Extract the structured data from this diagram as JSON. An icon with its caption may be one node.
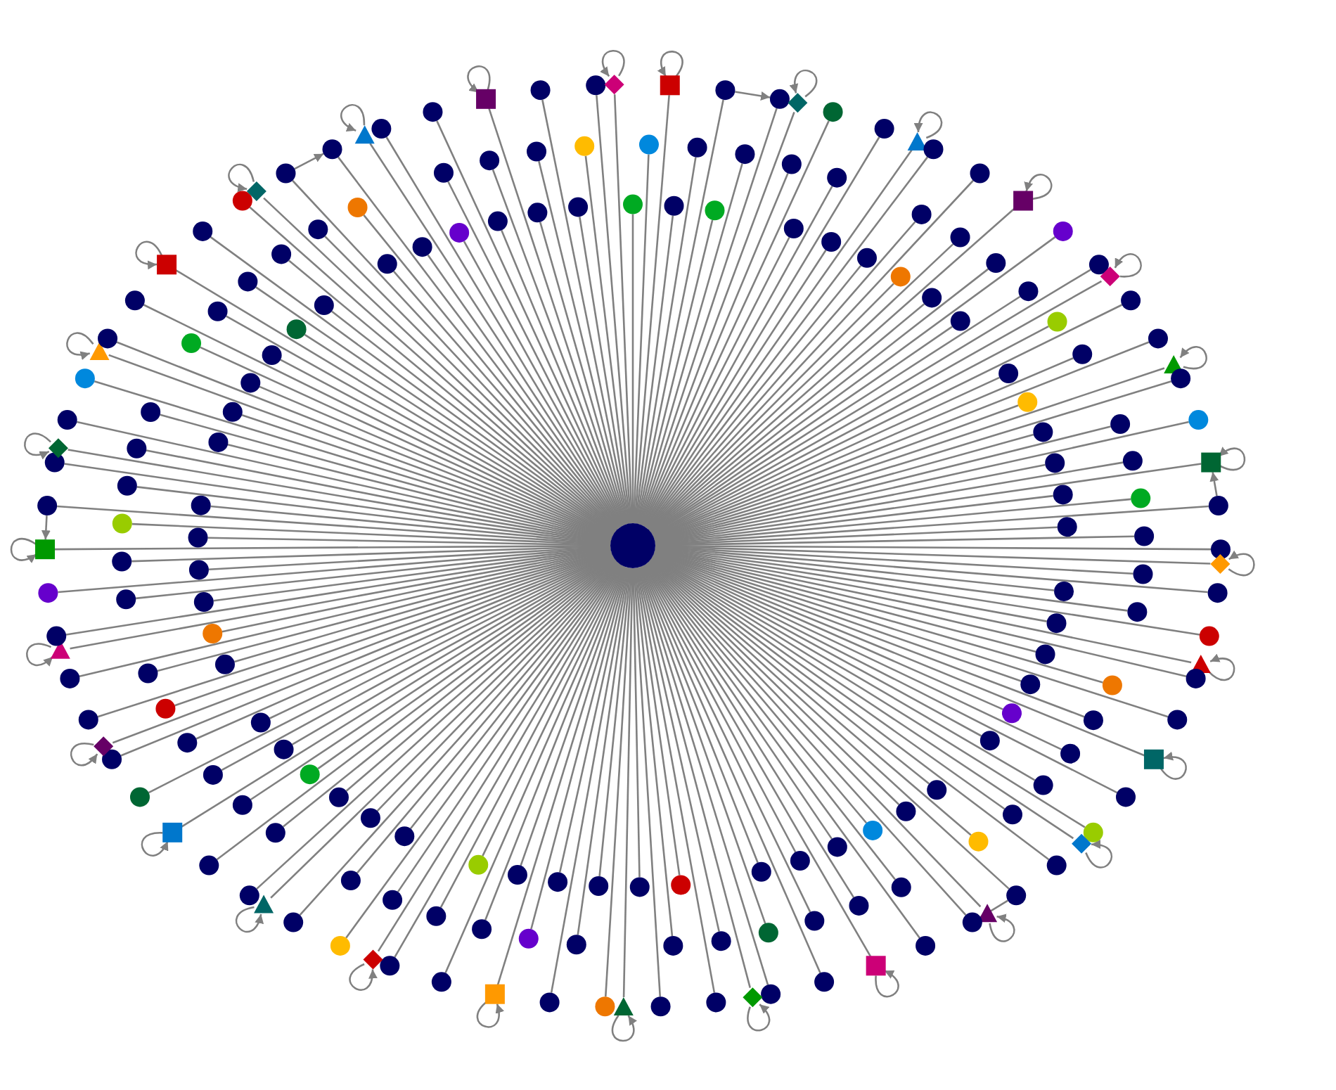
{
  "diagram": {
    "nodes": [
      {
        "text": [],
        "shape": "circle"
      },
      {
        "text": [],
        "shape": "circle"
      },
      {
        "text": [],
        "shape": "circle"
      },
      {
        "text": [],
        "shape": "box"
      },
      {
        "text": [],
        "shape": "circle"
      },
      {
        "text": [],
        "shape": "circle"
      },
      {
        "text": [],
        "shape": "circle"
      },
      {
        "text": [],
        "shape": "circle"
      },
      {
        "text": [],
        "shape": "circle"
      },
      {
        "text": [],
        "shape": "circle"
      },
      {
        "text": [],
        "shape": "diamond"
      },
      {
        "text": [],
        "shape": "circle"
      },
      {
        "text": [],
        "shape": "circle"
      },
      {
        "text": [],
        "shape": "circle"
      },
      {
        "text": [],
        "shape": "circle"
      },
      {
        "text": [],
        "shape": "circle"
      },
      {
        "text": [],
        "shape": "circle"
      },
      {
        "text": [],
        "shape": "triangle"
      },
      {
        "text": [],
        "shape": "circle"
      },
      {
        "text": [],
        "shape": "circle"
      },
      {
        "text": [],
        "shape": "circle"
      },
      {
        "text": [],
        "shape": "circle"
      },
      {
        "text": [],
        "shape": "circle"
      },
      {
        "text": [],
        "shape": "circle"
      },
      {
        "text": [],
        "shape": "box"
      },
      {
        "text": [],
        "shape": "circle"
      },
      {
        "text": [],
        "shape": "circle"
      },
      {
        "text": [],
        "shape": "circle"
      },
      {
        "text": [],
        "shape": "circle"
      },
      {
        "text": [],
        "shape": "circle"
      },
      {
        "text": [],
        "shape": "circle"
      },
      {
        "text": [],
        "shape": "diamond"
      },
      {
        "text": [],
        "shape": "circle"
      },
      {
        "text": [],
        "shape": "circle"
      },
      {
        "text": [],
        "shape": "circle"
      },
      {
        "text": [],
        "shape": "circle"
      },
      {
        "text": [],
        "shape": "circle"
      },
      {
        "text": [],
        "shape": "circle"
      },
      {
        "text": [],
        "shape": "triangle"
      },
      {
        "text": [],
        "shape": "circle"
      },
      {
        "text": [],
        "shape": "circle"
      },
      {
        "text": [],
        "shape": "circle"
      },
      {
        "text": [],
        "shape": "circle"
      },
      {
        "text": [],
        "shape": "circle"
      },
      {
        "text": [],
        "shape": "circle"
      },
      {
        "text": [],
        "shape": "box"
      },
      {
        "text": [],
        "shape": "circle"
      },
      {
        "text": [],
        "shape": "circle"
      },
      {
        "text": [],
        "shape": "circle"
      },
      {
        "text": [],
        "shape": "circle"
      },
      {
        "text": [],
        "shape": "circle"
      },
      {
        "text": [],
        "shape": "circle"
      },
      {
        "text": [],
        "shape": "diamond"
      },
      {
        "text": [],
        "shape": "circle"
      },
      {
        "text": [],
        "shape": "circle"
      },
      {
        "text": [],
        "shape": "circle"
      },
      {
        "text": [],
        "shape": "circle"
      },
      {
        "text": [],
        "shape": "circle"
      },
      {
        "text": [],
        "shape": "circle"
      },
      {
        "text": [],
        "shape": "triangle"
      },
      {
        "text": [],
        "shape": "circle"
      },
      {
        "text": [],
        "shape": "circle"
      },
      {
        "text": [],
        "shape": "circle"
      },
      {
        "text": [],
        "shape": "circle"
      },
      {
        "text": [],
        "shape": "circle"
      },
      {
        "text": [],
        "shape": "circle"
      },
      {
        "text": [],
        "shape": "box"
      },
      {
        "text": [],
        "shape": "circle"
      },
      {
        "text": [],
        "shape": "circle"
      },
      {
        "text": [],
        "shape": "circle"
      },
      {
        "text": [],
        "shape": "circle"
      },
      {
        "text": [],
        "shape": "circle"
      },
      {
        "text": [],
        "shape": "circle"
      },
      {
        "text": [],
        "shape": "diamond"
      },
      {
        "text": [],
        "shape": "circle"
      },
      {
        "text": [],
        "shape": "circle"
      },
      {
        "text": [],
        "shape": "circle"
      },
      {
        "text": [],
        "shape": "circle"
      },
      {
        "text": [],
        "shape": "circle"
      },
      {
        "text": [],
        "shape": "circle"
      },
      {
        "text": [],
        "shape": "triangle"
      },
      {
        "text": [],
        "shape": "circle"
      },
      {
        "text": [],
        "shape": "circle"
      },
      {
        "text": [],
        "shape": "circle"
      },
      {
        "text": [],
        "shape": "circle"
      },
      {
        "text": [],
        "shape": "circle"
      },
      {
        "text": [],
        "shape": "circle"
      },
      {
        "text": [],
        "shape": "box"
      },
      {
        "text": [],
        "shape": "circle"
      },
      {
        "text": [],
        "shape": "circle"
      },
      {
        "text": [],
        "shape": "circle"
      },
      {
        "text": [],
        "shape": "circle"
      },
      {
        "text": [],
        "shape": "circle"
      },
      {
        "text": [],
        "shape": "circle"
      },
      {
        "text": [],
        "shape": "diamond"
      },
      {
        "text": [],
        "shape": "circle"
      },
      {
        "text": [],
        "shape": "circle"
      },
      {
        "text": [],
        "shape": "circle"
      },
      {
        "text": [],
        "shape": "circle"
      },
      {
        "text": [],
        "shape": "circle"
      },
      {
        "text": [],
        "shape": "circle"
      },
      {
        "text": [],
        "shape": "triangle"
      },
      {
        "text": [],
        "shape": "circle"
      },
      {
        "text": [],
        "shape": "circle"
      },
      {
        "text": [],
        "shape": "circle"
      },
      {
        "text": [],
        "shape": "circle"
      },
      {
        "text": [],
        "shape": "circle"
      },
      {
        "text": [],
        "shape": "circle"
      },
      {
        "text": [],
        "shape": "box"
      },
      {
        "text": [],
        "shape": "circle"
      },
      {
        "text": [],
        "shape": "circle"
      },
      {
        "text": [],
        "shape": "circle"
      },
      {
        "text": [],
        "shape": "circle"
      },
      {
        "text": [],
        "shape": "circle"
      },
      {
        "text": [],
        "shape": "circle"
      },
      {
        "text": [],
        "shape": "diamond"
      },
      {
        "text": [],
        "shape": "circle"
      },
      {
        "text": [],
        "shape": "circle"
      },
      {
        "text": [],
        "shape": "circle"
      },
      {
        "text": [],
        "shape": "circle"
      },
      {
        "text": [],
        "shape": "circle"
      },
      {
        "text": [],
        "shape": "circle"
      },
      {
        "text": [],
        "shape": "triangle"
      },
      {
        "text": [],
        "shape": "circle"
      },
      {
        "text": [],
        "shape": "circle"
      },
      {
        "text": [],
        "shape": "circle"
      },
      {
        "text": [],
        "shape": "circle"
      },
      {
        "text": [],
        "shape": "circle"
      },
      {
        "text": [],
        "shape": "circle"
      },
      {
        "text": [],
        "shape": "box"
      },
      {
        "text": [],
        "shape": "circle"
      },
      {
        "text": [],
        "shape": "circle"
      },
      {
        "text": [],
        "shape": "circle"
      },
      {
        "text": [],
        "shape": "circle"
      },
      {
        "text": [],
        "shape": "circle"
      },
      {
        "text": [],
        "shape": "circle"
      },
      {
        "text": [],
        "shape": "diamond"
      },
      {
        "text": [],
        "shape": "circle"
      },
      {
        "text": [],
        "shape": "circle"
      },
      {
        "text": [],
        "shape": "circle"
      },
      {
        "text": [],
        "shape": "circle"
      },
      {
        "text": [],
        "shape": "circle"
      },
      {
        "text": [],
        "shape": "circle"
      },
      {
        "text": [],
        "shape": "triangle"
      },
      {
        "text": [],
        "shape": "circle"
      },
      {
        "text": [],
        "shape": "circle"
      },
      {
        "text": [],
        "shape": "circle"
      },
      {
        "text": [],
        "shape": "circle"
      },
      {
        "text": [],
        "shape": "circle"
      },
      {
        "text": [],
        "shape": "circle"
      },
      {
        "text": [],
        "shape": "box"
      },
      {
        "text": [],
        "shape": "circle"
      },
      {
        "text": [],
        "shape": "circle"
      },
      {
        "text": [],
        "shape": "circle"
      },
      {
        "text": [],
        "shape": "circle"
      },
      {
        "text": [],
        "shape": "circle"
      },
      {
        "text": [],
        "shape": "circle"
      },
      {
        "text": [],
        "shape": "diamond"
      },
      {
        "text": [],
        "shape": "circle"
      },
      {
        "text": [],
        "shape": "circle"
      },
      {
        "text": [],
        "shape": "circle"
      },
      {
        "text": [],
        "shape": "circle"
      },
      {
        "text": [],
        "shape": "circle"
      },
      {
        "text": [],
        "shape": "circle"
      },
      {
        "text": [],
        "shape": "triangle"
      },
      {
        "text": [],
        "shape": "circle"
      },
      {
        "text": [],
        "shape": "circle"
      },
      {
        "text": [],
        "shape": "circle"
      },
      {
        "text": [],
        "shape": "circle"
      },
      {
        "text": [],
        "shape": "circle"
      },
      {
        "text": [],
        "shape": "circle"
      },
      {
        "text": [],
        "shape": "box"
      },
      {
        "text": [],
        "shape": "circle"
      },
      {
        "text": [],
        "shape": "circle"
      },
      {
        "text": [],
        "shape": "circle"
      },
      {
        "text": [],
        "shape": "circle"
      },
      {
        "text": [],
        "shape": "circle"
      },
      {
        "text": [],
        "shape": "circle"
      },
      {
        "text": [],
        "shape": "diamond"
      },
      {
        "text": [],
        "shape": "circle"
      },
      {
        "text": [],
        "shape": "circle"
      },
      {
        "text": [],
        "shape": "circle"
      },
      {
        "text": [],
        "shape": "circle"
      },
      {
        "text": [],
        "shape": "circle"
      },
      {
        "text": [],
        "shape": "circle"
      },
      {
        "text": [],
        "shape": "triangle"
      },
      {
        "text": [],
        "shape": "circle"
      },
      {
        "text": [],
        "shape": "circle"
      },
      {
        "text": [],
        "shape": "circle"
      },
      {
        "text": [],
        "shape": "circle"
      },
      {
        "text": [],
        "shape": "circle"
      },
      {
        "text": [],
        "shape": "circle"
      },
      {
        "text": [],
        "shape": "box"
      },
      {
        "text": [],
        "shape": "circle"
      },
      {
        "text": [],
        "shape": "circle"
      },
      {
        "text": [],
        "shape": "circle"
      },
      {
        "text": [],
        "shape": "circle"
      },
      {
        "text": [],
        "shape": "circle"
      },
      {
        "text": [],
        "shape": "circle"
      },
      {
        "text": [],
        "shape": "diamond"
      }
    ],
    "edges": [
      {
        "from": 0,
        "to": 1,
        "arrow": "none"
      },
      {
        "from": 0,
        "to": 2,
        "arrow": "none"
      },
      {
        "from": 0,
        "to": 3,
        "arrow": "none"
      },
      {
        "from": 0,
        "to": 4,
        "arrow": "none"
      },
      {
        "from": 0,
        "to": 5,
        "arrow": "none"
      },
      {
        "from": 0,
        "to": 6,
        "arrow": "none"
      },
      {
        "from": 0,
        "to": 7,
        "arrow": "none"
      },
      {
        "from": 0,
        "to": 8,
        "arrow": "none"
      },
      {
        "from": 0,
        "to": 9,
        "arrow": "none"
      },
      {
        "from": 0,
        "to": 10,
        "arrow": "none"
      },
      {
        "from": 0,
        "to": 11,
        "arrow": "none"
      },
      {
        "from": 0,
        "to": 12,
        "arrow": "none"
      },
      {
        "from": 0,
        "to": 13,
        "arrow": "none"
      },
      {
        "from": 0,
        "to": 14,
        "arrow": "none"
      },
      {
        "from": 0,
        "to": 15,
        "arrow": "none"
      },
      {
        "from": 0,
        "to": 16,
        "arrow": "none"
      },
      {
        "from": 0,
        "to": 17,
        "arrow": "none"
      },
      {
        "from": 0,
        "to": 18,
        "arrow": "none"
      },
      {
        "from": 0,
        "to": 19,
        "arrow": "none"
      },
      {
        "from": 0,
        "to": 20,
        "arrow": "none"
      },
      {
        "from": 0,
        "to": 21,
        "arrow": "none"
      },
      {
        "from": 0,
        "to": 22,
        "arrow": "none"
      },
      {
        "from": 0,
        "to": 23,
        "arrow": "none"
      },
      {
        "from": 0,
        "to": 24,
        "arrow": "none"
      },
      {
        "from": 0,
        "to": 25,
        "arrow": "none"
      },
      {
        "from": 0,
        "to": 26,
        "arrow": "none"
      },
      {
        "from": 0,
        "to": 27,
        "arrow": "none"
      },
      {
        "from": 0,
        "to": 28,
        "arrow": "none"
      },
      {
        "from": 0,
        "to": 29,
        "arrow": "none"
      },
      {
        "from": 0,
        "to": 30,
        "arrow": "none"
      },
      {
        "from": 0,
        "to": 31,
        "arrow": "none"
      },
      {
        "from": 0,
        "to": 32,
        "arrow": "none"
      },
      {
        "from": 0,
        "to": 33,
        "arrow": "none"
      },
      {
        "from": 0,
        "to": 34,
        "arrow": "none"
      },
      {
        "from": 0,
        "to": 35,
        "arrow": "none"
      },
      {
        "from": 0,
        "to": 36,
        "arrow": "none"
      },
      {
        "from": 0,
        "to": 37,
        "arrow": "none"
      },
      {
        "from": 0,
        "to": 38,
        "arrow": "none"
      },
      {
        "from": 0,
        "to": 39,
        "arrow": "none"
      },
      {
        "from": 0,
        "to": 40,
        "arrow": "none"
      },
      {
        "from": 0,
        "to": 41,
        "arrow": "none"
      },
      {
        "from": 0,
        "to": 42,
        "arrow": "none"
      },
      {
        "from": 0,
        "to": 43,
        "arrow": "none"
      },
      {
        "from": 0,
        "to": 44,
        "arrow": "none"
      },
      {
        "from": 0,
        "to": 45,
        "arrow": "none"
      },
      {
        "from": 0,
        "to": 46,
        "arrow": "none"
      },
      {
        "from": 0,
        "to": 47,
        "arrow": "none"
      },
      {
        "from": 0,
        "to": 48,
        "arrow": "none"
      },
      {
        "from": 0,
        "to": 49,
        "arrow": "none"
      },
      {
        "from": 0,
        "to": 50,
        "arrow": "none"
      },
      {
        "from": 0,
        "to": 51,
        "arrow": "none"
      },
      {
        "from": 0,
        "to": 52,
        "arrow": "none"
      },
      {
        "from": 0,
        "to": 53,
        "arrow": "none"
      },
      {
        "from": 0,
        "to": 54,
        "arrow": "none"
      },
      {
        "from": 0,
        "to": 55,
        "arrow": "none"
      },
      {
        "from": 0,
        "to": 56,
        "arrow": "none"
      },
      {
        "from": 0,
        "to": 57,
        "arrow": "none"
      },
      {
        "from": 0,
        "to": 58,
        "arrow": "none"
      },
      {
        "from": 0,
        "to": 59,
        "arrow": "none"
      },
      {
        "from": 0,
        "to": 60,
        "arrow": "none"
      },
      {
        "from": 0,
        "to": 61,
        "arrow": "none"
      },
      {
        "from": 0,
        "to": 62,
        "arrow": "none"
      },
      {
        "from": 0,
        "to": 63,
        "arrow": "none"
      },
      {
        "from": 0,
        "to": 64,
        "arrow": "none"
      },
      {
        "from": 0,
        "to": 65,
        "arrow": "none"
      },
      {
        "from": 0,
        "to": 66,
        "arrow": "none"
      },
      {
        "from": 0,
        "to": 67,
        "arrow": "none"
      },
      {
        "from": 0,
        "to": 68,
        "arrow": "none"
      },
      {
        "from": 0,
        "to": 69,
        "arrow": "none"
      },
      {
        "from": 0,
        "to": 70,
        "arrow": "none"
      },
      {
        "from": 0,
        "to": 71,
        "arrow": "none"
      },
      {
        "from": 0,
        "to": 72,
        "arrow": "none"
      },
      {
        "from": 0,
        "to": 73,
        "arrow": "none"
      },
      {
        "from": 0,
        "to": 74,
        "arrow": "none"
      },
      {
        "from": 0,
        "to": 75,
        "arrow": "none"
      },
      {
        "from": 0,
        "to": 76,
        "arrow": "none"
      },
      {
        "from": 0,
        "to": 77,
        "arrow": "none"
      },
      {
        "from": 0,
        "to": 78,
        "arrow": "none"
      },
      {
        "from": 0,
        "to": 79,
        "arrow": "none"
      },
      {
        "from": 0,
        "to": 80,
        "arrow": "none"
      },
      {
        "from": 0,
        "to": 81,
        "arrow": "none"
      },
      {
        "from": 0,
        "to": 82,
        "arrow": "none"
      },
      {
        "from": 0,
        "to": 83,
        "arrow": "none"
      },
      {
        "from": 0,
        "to": 84,
        "arrow": "none"
      },
      {
        "from": 0,
        "to": 85,
        "arrow": "none"
      },
      {
        "from": 0,
        "to": 86,
        "arrow": "none"
      },
      {
        "from": 0,
        "to": 87,
        "arrow": "none"
      },
      {
        "from": 0,
        "to": 88,
        "arrow": "none"
      },
      {
        "from": 0,
        "to": 89,
        "arrow": "none"
      },
      {
        "from": 0,
        "to": 90,
        "arrow": "none"
      },
      {
        "from": 0,
        "to": 91,
        "arrow": "none"
      },
      {
        "from": 0,
        "to": 92,
        "arrow": "none"
      },
      {
        "from": 0,
        "to": 93,
        "arrow": "none"
      },
      {
        "from": 0,
        "to": 94,
        "arrow": "none"
      },
      {
        "from": 0,
        "to": 95,
        "arrow": "none"
      },
      {
        "from": 0,
        "to": 96,
        "arrow": "none"
      },
      {
        "from": 0,
        "to": 97,
        "arrow": "none"
      },
      {
        "from": 0,
        "to": 98,
        "arrow": "none"
      },
      {
        "from": 0,
        "to": 99,
        "arrow": "none"
      },
      {
        "from": 0,
        "to": 100,
        "arrow": "none"
      },
      {
        "from": 0,
        "to": 101,
        "arrow": "none"
      },
      {
        "from": 0,
        "to": 102,
        "arrow": "none"
      },
      {
        "from": 0,
        "to": 103,
        "arrow": "none"
      },
      {
        "from": 0,
        "to": 104,
        "arrow": "none"
      },
      {
        "from": 0,
        "to": 105,
        "arrow": "none"
      },
      {
        "from": 0,
        "to": 106,
        "arrow": "none"
      },
      {
        "from": 0,
        "to": 107,
        "arrow": "none"
      },
      {
        "from": 0,
        "to": 108,
        "arrow": "none"
      },
      {
        "from": 0,
        "to": 109,
        "arrow": "none"
      },
      {
        "from": 0,
        "to": 110,
        "arrow": "none"
      },
      {
        "from": 0,
        "to": 111,
        "arrow": "none"
      },
      {
        "from": 0,
        "to": 112,
        "arrow": "none"
      },
      {
        "from": 0,
        "to": 113,
        "arrow": "none"
      },
      {
        "from": 0,
        "to": 114,
        "arrow": "none"
      },
      {
        "from": 0,
        "to": 115,
        "arrow": "none"
      },
      {
        "from": 0,
        "to": 116,
        "arrow": "none"
      },
      {
        "from": 0,
        "to": 117,
        "arrow": "none"
      },
      {
        "from": 0,
        "to": 118,
        "arrow": "none"
      },
      {
        "from": 0,
        "to": 119,
        "arrow": "none"
      },
      {
        "from": 0,
        "to": 120,
        "arrow": "none"
      },
      {
        "from": 0,
        "to": 121,
        "arrow": "none"
      },
      {
        "from": 0,
        "to": 122,
        "arrow": "none"
      },
      {
        "from": 0,
        "to": 123,
        "arrow": "none"
      },
      {
        "from": 0,
        "to": 124,
        "arrow": "none"
      },
      {
        "from": 0,
        "to": 125,
        "arrow": "none"
      },
      {
        "from": 0,
        "to": 126,
        "arrow": "none"
      },
      {
        "from": 0,
        "to": 127,
        "arrow": "none"
      },
      {
        "from": 0,
        "to": 128,
        "arrow": "none"
      },
      {
        "from": 0,
        "to": 129,
        "arrow": "none"
      },
      {
        "from": 0,
        "to": 130,
        "arrow": "none"
      },
      {
        "from": 0,
        "to": 131,
        "arrow": "none"
      },
      {
        "from": 0,
        "to": 132,
        "arrow": "none"
      },
      {
        "from": 0,
        "to": 133,
        "arrow": "none"
      },
      {
        "from": 0,
        "to": 134,
        "arrow": "none"
      },
      {
        "from": 0,
        "to": 135,
        "arrow": "none"
      },
      {
        "from": 0,
        "to": 136,
        "arrow": "none"
      },
      {
        "from": 0,
        "to": 137,
        "arrow": "none"
      },
      {
        "from": 0,
        "to": 138,
        "arrow": "none"
      },
      {
        "from": 0,
        "to": 139,
        "arrow": "none"
      },
      {
        "from": 0,
        "to": 140,
        "arrow": "none"
      },
      {
        "from": 0,
        "to": 141,
        "arrow": "none"
      },
      {
        "from": 0,
        "to": 142,
        "arrow": "none"
      },
      {
        "from": 0,
        "to": 143,
        "arrow": "none"
      },
      {
        "from": 0,
        "to": 144,
        "arrow": "none"
      },
      {
        "from": 0,
        "to": 145,
        "arrow": "none"
      },
      {
        "from": 0,
        "to": 146,
        "arrow": "none"
      },
      {
        "from": 0,
        "to": 147,
        "arrow": "none"
      },
      {
        "from": 0,
        "to": 148,
        "arrow": "none"
      },
      {
        "from": 0,
        "to": 149,
        "arrow": "none"
      },
      {
        "from": 0,
        "to": 150,
        "arrow": "none"
      },
      {
        "from": 0,
        "to": 151,
        "arrow": "none"
      },
      {
        "from": 0,
        "to": 152,
        "arrow": "none"
      },
      {
        "from": 0,
        "to": 153,
        "arrow": "none"
      },
      {
        "from": 0,
        "to": 154,
        "arrow": "none"
      },
      {
        "from": 0,
        "to": 155,
        "arrow": "none"
      },
      {
        "from": 0,
        "to": 156,
        "arrow": "none"
      },
      {
        "from": 0,
        "to": 157,
        "arrow": "none"
      },
      {
        "from": 0,
        "to": 158,
        "arrow": "none"
      },
      {
        "from": 0,
        "to": 159,
        "arrow": "none"
      },
      {
        "from": 0,
        "to": 160,
        "arrow": "none"
      },
      {
        "from": 0,
        "to": 161,
        "arrow": "none"
      },
      {
        "from": 0,
        "to": 162,
        "arrow": "none"
      },
      {
        "from": 0,
        "to": 163,
        "arrow": "none"
      },
      {
        "from": 0,
        "to": 164,
        "arrow": "none"
      },
      {
        "from": 0,
        "to": 165,
        "arrow": "none"
      },
      {
        "from": 0,
        "to": 166,
        "arrow": "none"
      },
      {
        "from": 0,
        "to": 167,
        "arrow": "none"
      },
      {
        "from": 0,
        "to": 168,
        "arrow": "none"
      },
      {
        "from": 0,
        "to": 169,
        "arrow": "none"
      },
      {
        "from": 0,
        "to": 170,
        "arrow": "none"
      },
      {
        "from": 0,
        "to": 171,
        "arrow": "none"
      },
      {
        "from": 0,
        "to": 172,
        "arrow": "none"
      },
      {
        "from": 0,
        "to": 173,
        "arrow": "none"
      },
      {
        "from": 0,
        "to": 174,
        "arrow": "none"
      },
      {
        "from": 0,
        "to": 175,
        "arrow": "none"
      },
      {
        "from": 0,
        "to": 176,
        "arrow": "none"
      },
      {
        "from": 0,
        "to": 177,
        "arrow": "none"
      },
      {
        "from": 0,
        "to": 178,
        "arrow": "none"
      },
      {
        "from": 0,
        "to": 179,
        "arrow": "none"
      },
      {
        "from": 0,
        "to": 180,
        "arrow": "none"
      },
      {
        "from": 0,
        "to": 181,
        "arrow": "none"
      },
      {
        "from": 0,
        "to": 182,
        "arrow": "none"
      },
      {
        "from": 0,
        "to": 183,
        "arrow": "none"
      },
      {
        "from": 0,
        "to": 184,
        "arrow": "none"
      },
      {
        "from": 0,
        "to": 185,
        "arrow": "none"
      },
      {
        "from": 0,
        "to": 186,
        "arrow": "none"
      },
      {
        "from": 0,
        "to": 187,
        "arrow": "none"
      },
      {
        "from": 0,
        "to": 188,
        "arrow": "none"
      },
      {
        "from": 0,
        "to": 189,
        "arrow": "none"
      },
      {
        "from": 0,
        "to": 190,
        "arrow": "none"
      },
      {
        "from": 0,
        "to": 191,
        "arrow": "none"
      },
      {
        "from": 0,
        "to": 192,
        "arrow": "none"
      },
      {
        "from": 0,
        "to": 193,
        "arrow": "none"
      },
      {
        "from": 0,
        "to": 194,
        "arrow": "none"
      },
      {
        "from": 0,
        "to": 195,
        "arrow": "none"
      },
      {
        "from": 0,
        "to": 196,
        "arrow": "none"
      },
      {
        "from": 0,
        "to": 197,
        "arrow": "none"
      },
      {
        "from": 0,
        "to": 198,
        "arrow": "none"
      },
      {
        "from": 0,
        "to": 199,
        "arrow": "none"
      },
      {
        "from": 3,
        "to": 3,
        "arrow": "to"
      },
      {
        "from": 10,
        "to": 10,
        "arrow": "to"
      },
      {
        "from": 17,
        "to": 17,
        "arrow": "to"
      },
      {
        "from": 24,
        "to": 24,
        "arrow": "to"
      },
      {
        "from": 31,
        "to": 31,
        "arrow": "to"
      },
      {
        "from": 38,
        "to": 38,
        "arrow": "to"
      },
      {
        "from": 45,
        "to": 45,
        "arrow": "to"
      },
      {
        "from": 52,
        "to": 52,
        "arrow": "to"
      },
      {
        "from": 59,
        "to": 59,
        "arrow": "to"
      },
      {
        "from": 66,
        "to": 66,
        "arrow": "to"
      },
      {
        "from": 73,
        "to": 73,
        "arrow": "to"
      },
      {
        "from": 80,
        "to": 80,
        "arrow": "to"
      },
      {
        "from": 87,
        "to": 87,
        "arrow": "to"
      },
      {
        "from": 94,
        "to": 94,
        "arrow": "to"
      },
      {
        "from": 101,
        "to": 101,
        "arrow": "to"
      },
      {
        "from": 108,
        "to": 108,
        "arrow": "to"
      },
      {
        "from": 115,
        "to": 115,
        "arrow": "to"
      },
      {
        "from": 122,
        "to": 122,
        "arrow": "to"
      },
      {
        "from": 129,
        "to": 129,
        "arrow": "to"
      },
      {
        "from": 136,
        "to": 136,
        "arrow": "to"
      },
      {
        "from": 143,
        "to": 143,
        "arrow": "to"
      },
      {
        "from": 150,
        "to": 150,
        "arrow": "to"
      },
      {
        "from": 157,
        "to": 157,
        "arrow": "to"
      },
      {
        "from": 164,
        "to": 164,
        "arrow": "to"
      },
      {
        "from": 171,
        "to": 171,
        "arrow": "to"
      },
      {
        "from": 178,
        "to": 178,
        "arrow": "to"
      },
      {
        "from": 185,
        "to": 185,
        "arrow": "to"
      },
      {
        "from": 192,
        "to": 192,
        "arrow": "to"
      },
      {
        "from": 199,
        "to": 199,
        "arrow": "to"
      },
      {
        "from": 6,
        "to": 9,
        "arrow": "to"
      },
      {
        "from": 48,
        "to": 45,
        "arrow": "to"
      },
      {
        "from": 78,
        "to": 81,
        "arrow": "to"
      },
      {
        "from": 153,
        "to": 150,
        "arrow": "to"
      },
      {
        "from": 180,
        "to": 183,
        "arrow": "to"
      }
    ]
  }
}
